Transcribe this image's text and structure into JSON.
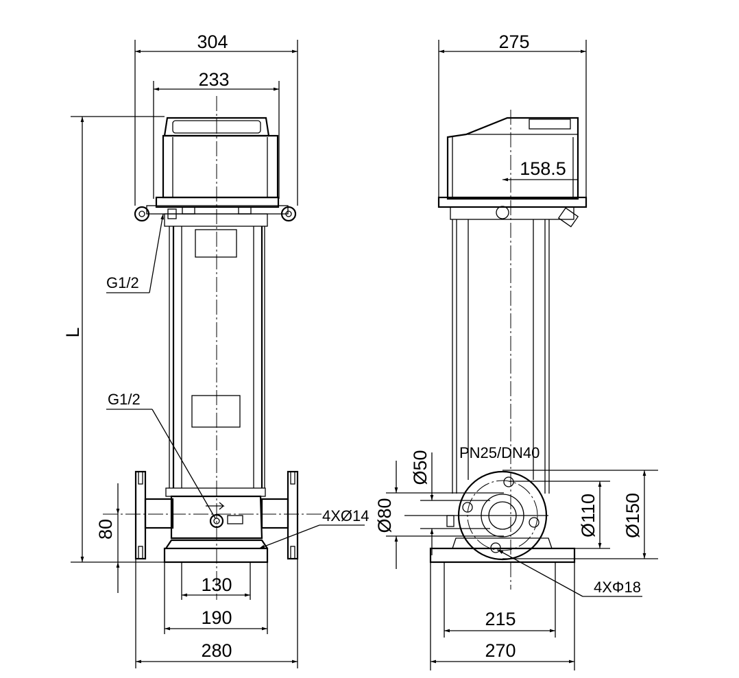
{
  "front_view": {
    "overall_width": "304",
    "motor_width": "233",
    "length": "L",
    "drain_port_top": "G1/2",
    "drain_port_bottom": "G1/2",
    "inlet_height": "80",
    "base_hole_spacing": "130",
    "base_inner": "190",
    "base_width": "280",
    "base_holes": "4XØ14"
  },
  "side_view": {
    "overall_width": "275",
    "motor_offset": "158.5",
    "flange_rating": "PN25/DN40",
    "bore_50": "Ø50",
    "raised_face_80": "Ø80",
    "bolt_circle_110": "Ø110",
    "flange_od_150": "Ø150",
    "flange_holes": "4XΦ18",
    "base_hole_spacing": "215",
    "base_width": "270"
  }
}
